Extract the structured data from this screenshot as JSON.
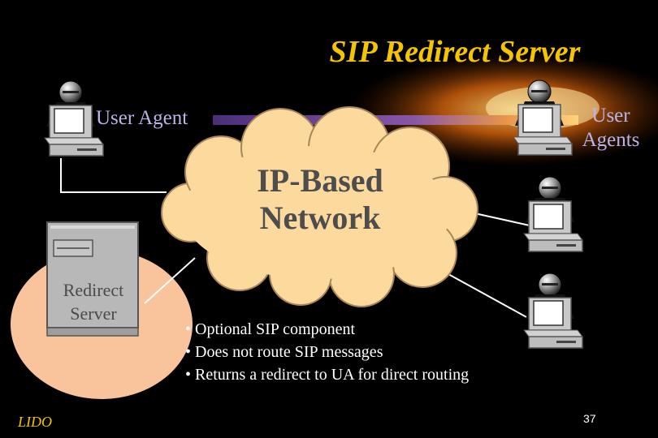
{
  "title": "SIP Redirect Server",
  "labels": {
    "user_agent": "User Agent",
    "user_agents": "User Agents",
    "cloud": "IP-Based Network",
    "redirect_server": "Redirect Server"
  },
  "bullets": [
    "Optional SIP component",
    "Does not route SIP messages",
    "Returns a redirect to UA for direct routing"
  ],
  "footer": {
    "left": "LIDO",
    "page_number": "37"
  },
  "colors": {
    "background": "#000000",
    "title": "#f5c400",
    "agent_label": "#b9b5e9",
    "cloud_fill": "#fcd99c",
    "server_disc": "#f9c39c",
    "link_line": "#7d55a6",
    "computer_body": "#c8c8c8"
  },
  "icons": [
    "computer-icon",
    "server-icon",
    "cloud-icon"
  ]
}
